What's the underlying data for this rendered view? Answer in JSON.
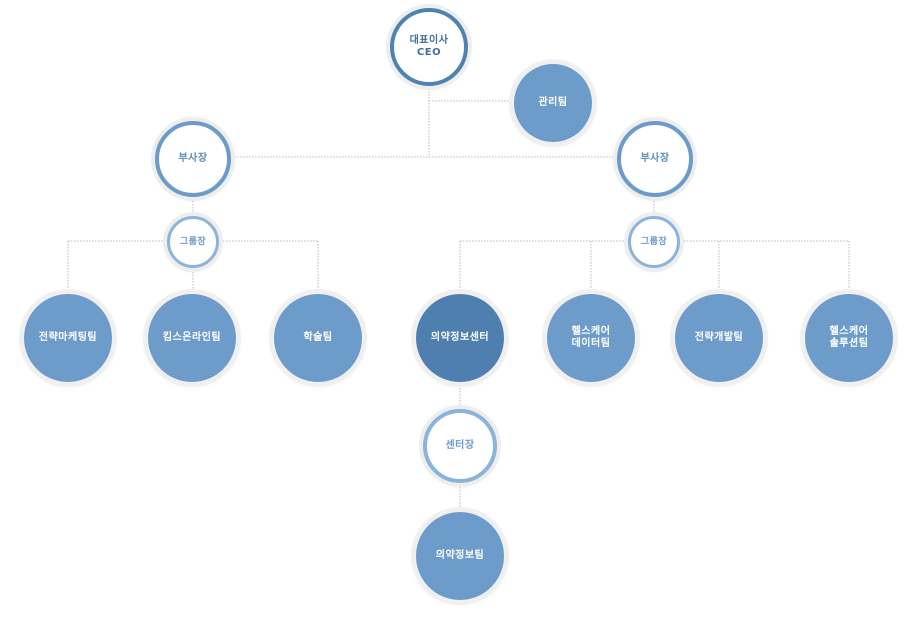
{
  "colors": {
    "ring_dark": "#4f82b0",
    "ring_mid": "#6b9bcb",
    "ring_light": "#8bb4db",
    "fill_team": "#6d9ccb",
    "fill_highlight": "#4f7fae",
    "label_dark": "#3f6f9c",
    "label_light": "#6b9bcb",
    "line": "#b8b8b8"
  },
  "nodes": {
    "ceo": {
      "label": "대표이사\nCEO"
    },
    "management": {
      "label": "관리팀"
    },
    "vp_left": {
      "label": "부사장"
    },
    "vp_right": {
      "label": "부사장"
    },
    "group_left": {
      "label": "그룹장"
    },
    "group_right": {
      "label": "그룹장"
    },
    "strategic_marketing": {
      "label": "전략마케팅팀"
    },
    "kims_online": {
      "label": "킴스온라인팀"
    },
    "academic": {
      "label": "학술팀"
    },
    "drug_info_center": {
      "label": "의약정보센터"
    },
    "healthcare_data": {
      "label": "헬스케어\n데이터팀"
    },
    "strategic_dev": {
      "label": "전략개발팀"
    },
    "healthcare_solution": {
      "label": "헬스케어\n솔루션팀"
    },
    "center_head": {
      "label": "센터장"
    },
    "drug_info_team": {
      "label": "의약정보팀"
    }
  }
}
